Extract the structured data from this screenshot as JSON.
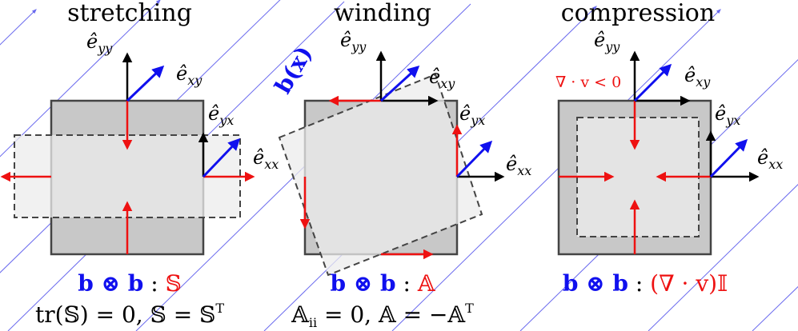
{
  "panels": [
    {
      "title": "stretching",
      "operator": "𝕊",
      "constraint": "tr(𝕊) = 0,  𝕊 = 𝕊",
      "constraint_sup": "T"
    },
    {
      "title": "winding",
      "operator": "𝔸",
      "constraint": "𝔸",
      "constraint_sub": "ii",
      "constraint_rest": " = 0,  𝔸 = −𝔸",
      "constraint_sup": "T"
    },
    {
      "title": "compression",
      "operator": "(∇ · v)𝕀",
      "annotation": "∇ · v < 0"
    }
  ],
  "shared": {
    "tensor_lhs": "b ⊗ b",
    "colon": " : ",
    "field_label": "b(x)"
  },
  "axis_labels": {
    "e": "ê",
    "yy": "yy",
    "xy": "xy",
    "yx": "yx",
    "xx": "xx"
  },
  "colors": {
    "box_fill": "#c8c8c8",
    "box_stroke": "#444444",
    "light_fill": "#e4e4e4",
    "field_lines": "#6a6aee",
    "red_arrows": "#ee1111",
    "blue_arrows": "#1010ee",
    "black_arrows": "#000000"
  }
}
